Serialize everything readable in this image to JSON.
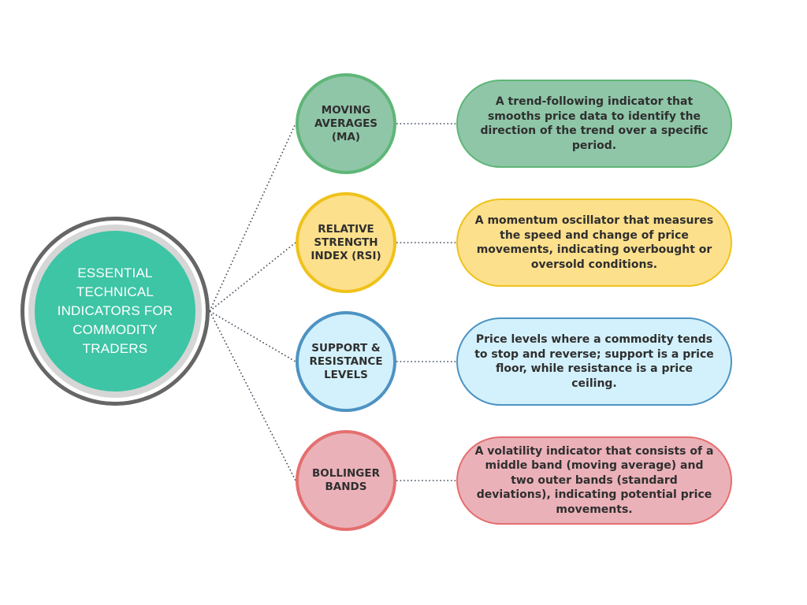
{
  "center": {
    "title": "ESSENTIAL TECHNICAL INDICATORS FOR COMMODITY TRADERS",
    "fill": "#3dc5a5"
  },
  "indicators": [
    {
      "label": "MOVING AVERAGES (MA)",
      "description": "A trend-following indicator that smooths price data to identify the direction of the trend over a specific period.",
      "fill": "#8fc6a8",
      "border": "#5fb677"
    },
    {
      "label": "RELATIVE STRENGTH INDEX (RSI)",
      "description": "A momentum oscillator that measures the speed and change of price movements, indicating overbought or oversold conditions.",
      "fill": "#fde08c",
      "border": "#efc21a"
    },
    {
      "label": "SUPPORT & RESISTANCE LEVELS",
      "description": "Price levels where a commodity tends to stop and reverse; support is a price floor, while resistance is a price ceiling.",
      "fill": "#d3f1fc",
      "border": "#4d93c3"
    },
    {
      "label": "BOLLINGER BANDS",
      "description": "A volatility indicator that consists of a middle band (moving average) and two outer bands (standard deviations), indicating potential price movements.",
      "fill": "#ebb1b9",
      "border": "#e46f6f"
    }
  ]
}
